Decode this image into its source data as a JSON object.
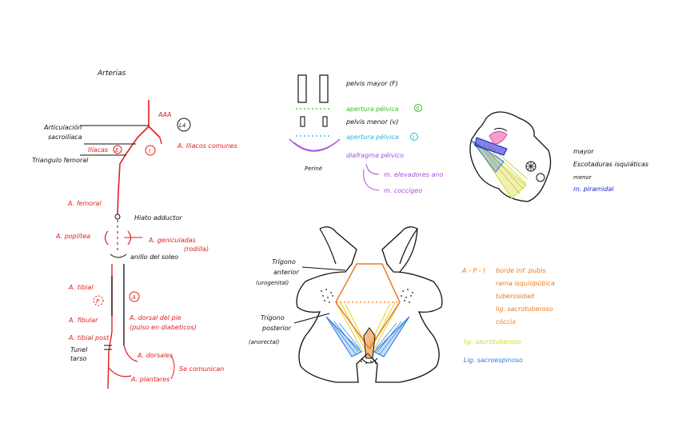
{
  "colors": {
    "red": "#e41e1e",
    "black": "#111111",
    "green": "#3bbf2a",
    "cyan": "#2ab3e0",
    "purple": "#a64ee0",
    "orange": "#f07a1a",
    "yellow": "#d8d62a",
    "blue": "#2a7de0",
    "navy": "#1c1ccc",
    "pink": "#e0479a"
  },
  "arteries": {
    "title": "Arterias",
    "aaa": "AAA",
    "l4": "L4",
    "articulacion_1": "Articulación",
    "articulacion_2": "sacroilíaca",
    "iliacas": "Ilíacas",
    "iliacas_marker": "E",
    "iliacas_marker_2": "I",
    "triangulo": "Triangulo femoral",
    "iliacos_comunes": "A. Iliacos comunes",
    "femoral": "A. femoral",
    "hiato": "Hiato adductor",
    "poplitea": "A. poplítea",
    "geniculadas_1": "A. geniculadas",
    "geniculadas_2": "(rodilla)",
    "anillo": "anillo del soleo",
    "tibial": "A. tibial",
    "p_marker": "P",
    "a_marker": "A",
    "fibular": "A. fibular",
    "tibial_post": "A. tibial post",
    "tunel_1": "Tunel",
    "tunel_2": "tarso",
    "dorsal_1": "A. dorsal del pie",
    "dorsal_2": "(pulso en diabeticos)",
    "dorsales": "A. dorsales",
    "plantares": "A. plantares",
    "comunican": "Se comunican"
  },
  "pelvis": {
    "pelvis_mayor": "pelvis mayor (F)",
    "apertura_1": "apertura pélvica",
    "marker_s": "S",
    "pelvis_menor": "pelvis menor (v)",
    "apertura_2": "apertura pélvica",
    "marker_i": "I",
    "diafragma": "diafragma pélvico",
    "perine": "Periné",
    "elevadores": "m. elevadores ano",
    "coccigeo": "m. coccígeo"
  },
  "sciatic": {
    "mayor": "mayor",
    "escotaduras": "Escotaduras isquiáticas",
    "menor": "menor",
    "piramidal": "m. piramidal"
  },
  "perineum": {
    "trigono_anterior_1": "Trígono",
    "trigono_anterior_2": "anterior",
    "trigono_anterior_3": "(urogenital)",
    "trigono_posterior_1": "Trígono",
    "trigono_posterior_2": "posterior",
    "trigono_posterior_3": "(anorectal)",
    "app_label": "A - P - I",
    "borde": "borde inf. pubis",
    "rama": "rama isquiopúbica",
    "tuberosidad": "tuberosidad",
    "lig_sacro": "lig. sacrotuberoso",
    "coccix": "cóccix",
    "lig_sacrotuberoso": "lig. sacrotuberoso",
    "lig_sacroespinoso": "Lig. sacroespinoso"
  }
}
